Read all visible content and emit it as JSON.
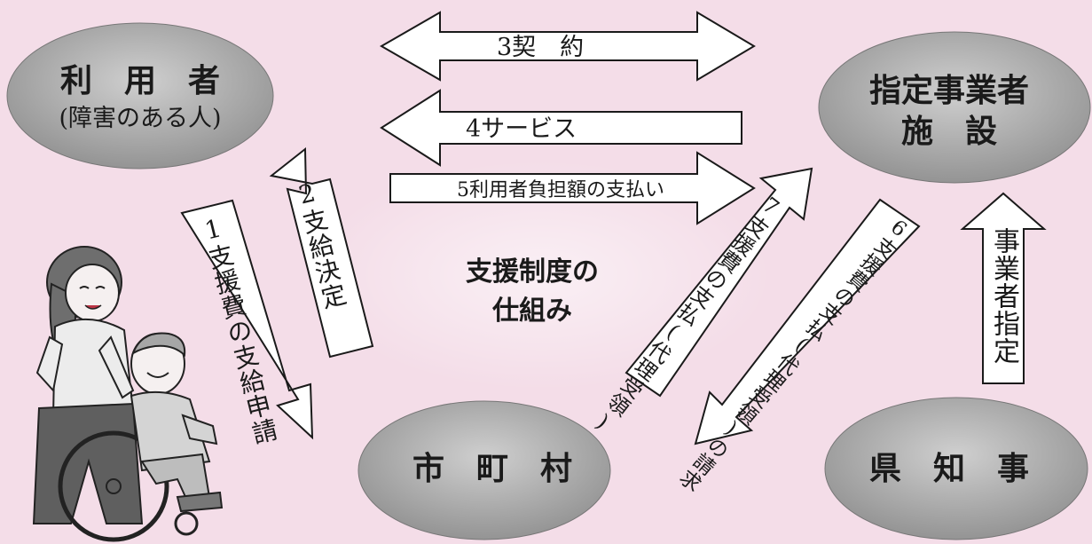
{
  "nodes": {
    "user": {
      "line1": "利　用　者",
      "line2": "(障害のある人)"
    },
    "provider": {
      "line1": "指定事業者",
      "line2": "施　設"
    },
    "municipality": {
      "label": "市　町　村"
    },
    "governor": {
      "label": "県　知　事"
    }
  },
  "center_title": {
    "line1": "支援制度の",
    "line2": "仕組み"
  },
  "flows": {
    "contract": "3契　約",
    "service": "4サービス",
    "payment": "5利用者負担額の支払い",
    "application": "1支援費の支給申請",
    "decision": "2支給決定",
    "proxy_payment": "7支援費の支払(代理受領)",
    "proxy_claim": "6支援費の支払(代理受領)の請求",
    "designation": "事業者指定"
  },
  "colors": {
    "background": "#f4dde8",
    "oval": "#9d9d9d",
    "arrow_fill": "#ffffff",
    "stroke": "#1a1a1a"
  }
}
